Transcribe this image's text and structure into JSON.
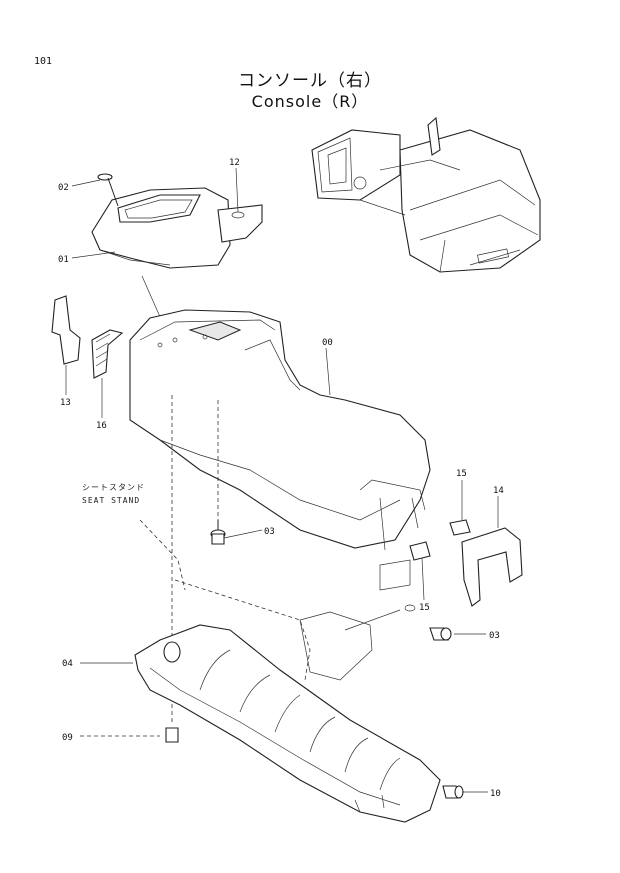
{
  "page_number": "101",
  "title_jp": "コンソール（右）",
  "title_en": "Console（R）",
  "seat_stand_note": {
    "jp": "シートスタンド",
    "en": "SEAT STAND"
  },
  "parts": {
    "p00": "00",
    "p01": "01",
    "p02": "02",
    "p03a": "03",
    "p03b": "03",
    "p04": "04",
    "p09": "09",
    "p10": "10",
    "p12": "12",
    "p13": "13",
    "p14": "14",
    "p15a": "15",
    "p15b": "15",
    "p16": "16"
  }
}
